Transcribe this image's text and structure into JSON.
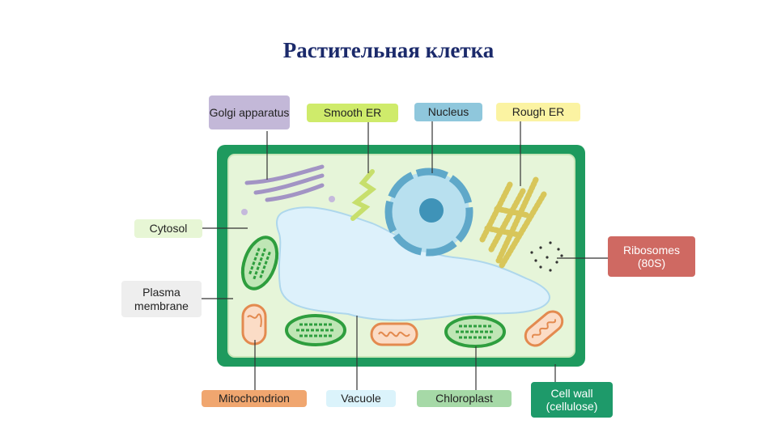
{
  "title": "Растительная клетка",
  "labels": {
    "golgi": "Golgi apparatus",
    "smooth_er": "Smooth ER",
    "nucleus": "Nucleus",
    "rough_er": "Rough ER",
    "cytosol": "Cytosol",
    "ribosomes": "Ribosomes (80S)",
    "plasma_membrane": "Plasma membrane",
    "mitochondrion": "Mitochondrion",
    "vacuole": "Vacuole",
    "chloroplast": "Chloroplast",
    "cell_wall": "Cell wall (cellulose)"
  },
  "colors": {
    "title": "#1b2a6b",
    "cell_wall": "#1e9a5e",
    "cytoplasm": "#e6f5d9",
    "vacuole": "#ddf1fb",
    "nucleus": "#6cb7d6",
    "chloroplast": "#2e9e3e",
    "mitochondrion": "#e38a4f",
    "rough_er": "#f2e58a",
    "smooth_er": "#cfe57a",
    "golgi": "#b7a9cf"
  }
}
